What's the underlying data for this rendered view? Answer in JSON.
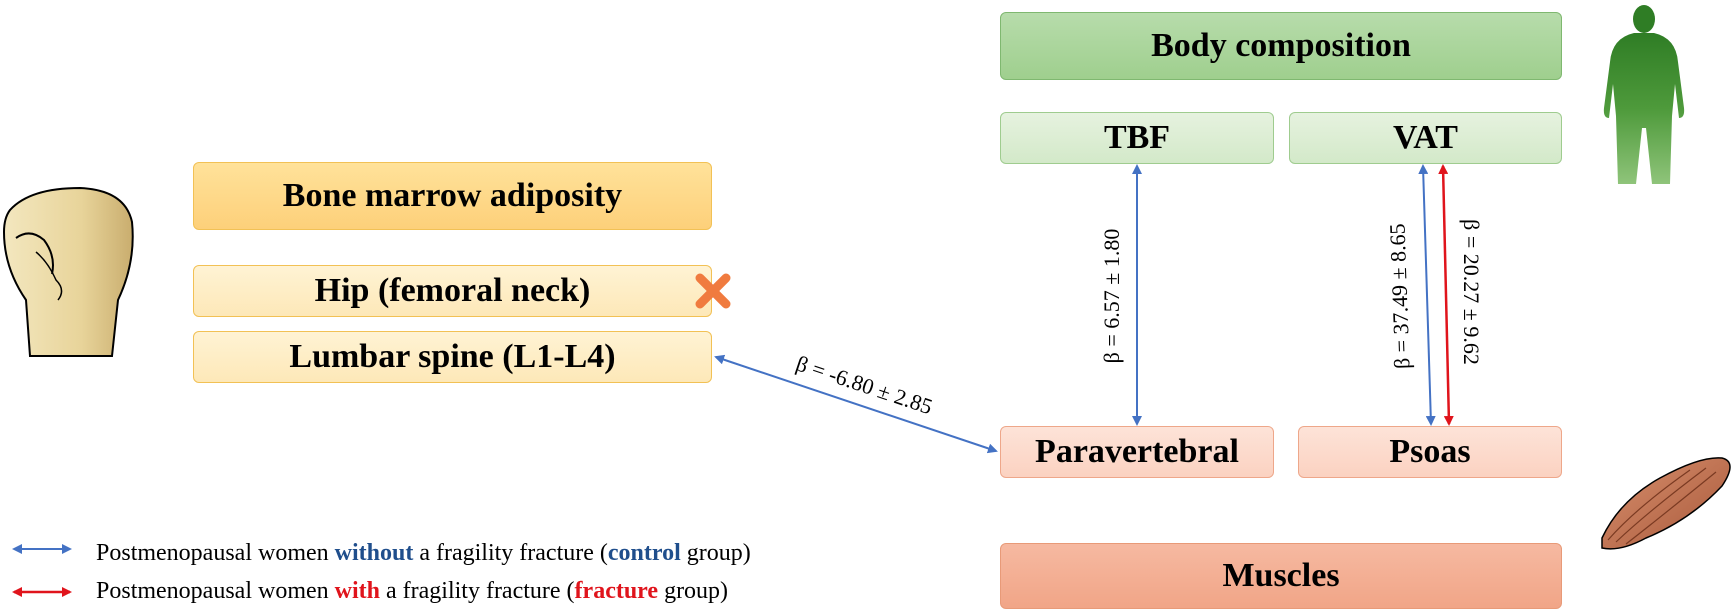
{
  "body_composition": {
    "title": "Body composition",
    "tbf": "TBF",
    "vat": "VAT"
  },
  "bone_marrow": {
    "title": "Bone marrow adiposity",
    "hip": "Hip (femoral neck)",
    "lumbar": "Lumbar spine (L1-L4)"
  },
  "muscles": {
    "title": "Muscles",
    "paravertebral": "Paravertebral",
    "psoas": "Psoas"
  },
  "associations": {
    "lumbar_paravertebral": "β = -6.80 ± 2.85",
    "tbf_paravertebral": "β = 6.57 ± 1.80",
    "vat_psoas_control": "β = 37.49 ± 8.65",
    "vat_psoas_fracture": "β = 20.27 ± 9.62"
  },
  "legend": {
    "control": {
      "pre": "Postmenopausal women ",
      "em1": "without",
      "mid": " a fragility fracture (",
      "em2": "control",
      "post": " group)"
    },
    "fracture": {
      "pre": "Postmenopausal women ",
      "em1": "with",
      "mid": " a fragility fracture (",
      "em2": "fracture",
      "post": " group)"
    }
  },
  "colors": {
    "control": "#4472c4",
    "fracture": "#e0141c",
    "no_association_mark": "#f07b3f"
  },
  "icons": [
    "human-body-icon",
    "femur-bone-icon",
    "muscle-icon",
    "no-association-cross-icon"
  ]
}
